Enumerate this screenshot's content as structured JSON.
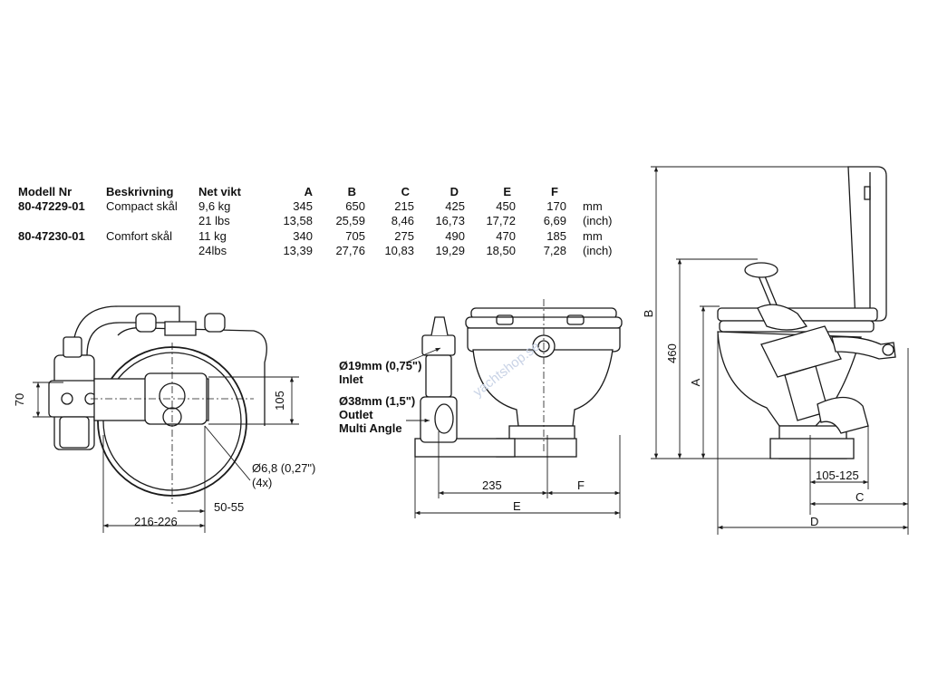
{
  "table": {
    "headers": {
      "model": "Modell Nr",
      "description": "Beskrivning",
      "net_weight": "Net vikt",
      "A": "A",
      "B": "B",
      "C": "C",
      "D": "D",
      "E": "E",
      "F": "F"
    },
    "rows": [
      {
        "model": "80-47229-01",
        "description": "Compact skål",
        "weight": "9,6 kg",
        "A": "345",
        "B": "650",
        "C": "215",
        "D": "425",
        "E": "450",
        "F": "170",
        "unit": "mm"
      },
      {
        "model": "",
        "description": "",
        "weight": "21 lbs",
        "A": "13,58",
        "B": "25,59",
        "C": "8,46",
        "D": "16,73",
        "E": "17,72",
        "F": "6,69",
        "unit": "(inch)"
      },
      {
        "model": "80-47230-01",
        "description": "Comfort skål",
        "weight": "11 kg",
        "A": "340",
        "B": "705",
        "C": "275",
        "D": "490",
        "E": "470",
        "F": "185",
        "unit": "mm"
      },
      {
        "model": "",
        "description": "",
        "weight": "24lbs",
        "A": "13,39",
        "B": "27,76",
        "C": "10,83",
        "D": "19,29",
        "E": "18,50",
        "F": "7,28",
        "unit": "(inch)"
      }
    ]
  },
  "labels": {
    "dim_70": "70",
    "dim_105": "105",
    "dim_216_226": "216-226",
    "dim_50_55": "50-55",
    "hole_dia": "Ø6,8 (0,27\")",
    "hole_count": "(4x)",
    "inlet_size": "Ø19mm (0,75\")",
    "inlet_label": "Inlet",
    "outlet_size": "Ø38mm (1,5\")",
    "outlet_label": "Outlet",
    "outlet_angle": "Multi Angle",
    "dim_235": "235",
    "dim_F": "F",
    "dim_E": "E",
    "dim_B": "B",
    "dim_460": "460",
    "dim_A": "A",
    "dim_105_125": "105-125",
    "dim_C": "C",
    "dim_D": "D"
  },
  "watermark": "yachtshop.se",
  "colors": {
    "line": "#1a1a1a",
    "watermark": "#c9d3e6"
  }
}
